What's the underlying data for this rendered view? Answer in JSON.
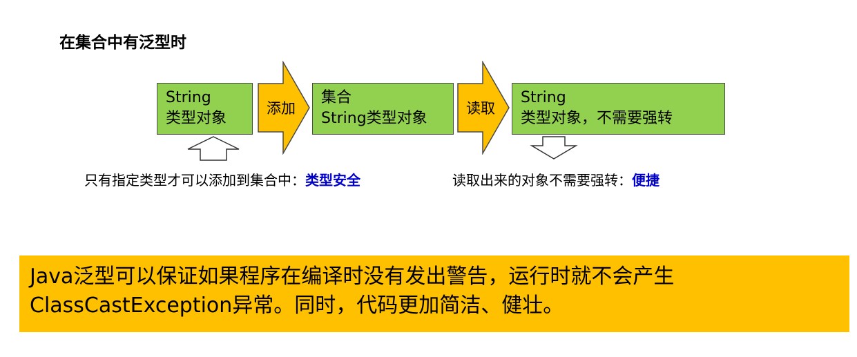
{
  "title": "在集合中有泛型时",
  "flow": {
    "box1": {
      "line1": "String",
      "line2": "类型对象"
    },
    "arrow1": "添加",
    "box2": {
      "line1": "集合",
      "line2": "String类型对象"
    },
    "arrow2": "读取",
    "box3": {
      "line1": "String",
      "line2": "类型对象，不需要强转"
    }
  },
  "notes": {
    "left_text": "只有指定类型才可以添加到集合中：",
    "left_emphasis": "类型安全",
    "right_text": "读取出来的对象不需要强转：",
    "right_emphasis": "便捷"
  },
  "banner": {
    "line1": "Java泛型可以保证如果程序在编译时没有发出警告，运行时就不会产生",
    "line2": "ClassCastException异常。同时，代码更加简洁、健壮。"
  },
  "colors": {
    "box_fill": "#92d050",
    "arrow_fill": "#ffc000",
    "banner_fill": "#ffc000",
    "emphasis_text": "#0000cc"
  }
}
